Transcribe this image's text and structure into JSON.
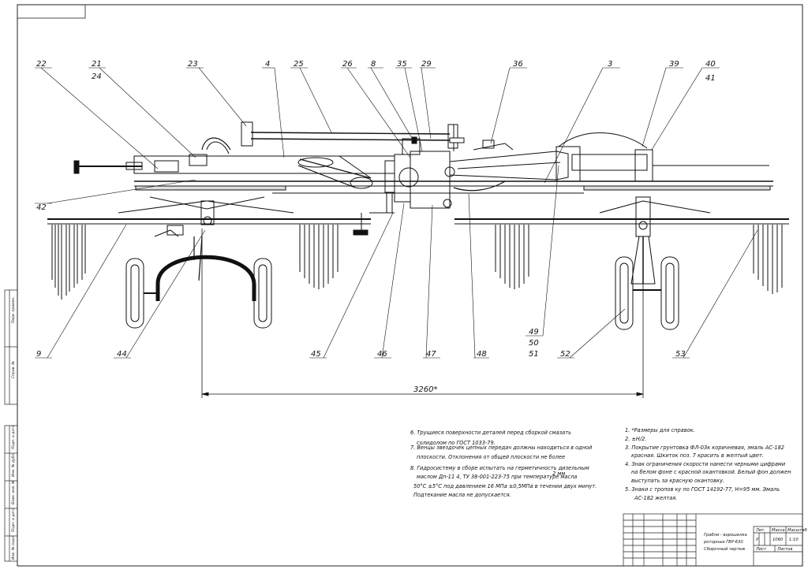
{
  "drawing": {
    "dimension": "3260*",
    "callouts_top": [
      "22",
      "21",
      "24",
      "23",
      "4",
      "25",
      "26",
      "8",
      "35",
      "29",
      "36",
      "3",
      "39",
      "40",
      "41"
    ],
    "callouts_left": [
      "42"
    ],
    "callouts_bottom": [
      "9",
      "44",
      "45",
      "46",
      "47",
      "48",
      "49",
      "50",
      "51",
      "52",
      "53"
    ]
  },
  "notes_left": [
    "6. Трущиеся поверхности деталей перед сборкой смазать",
    "солидолом по ГОСТ 1033-79.",
    "7. Венцы звездочек цепных передач должны находиться в одной",
    "плоскости. Отклонения от общей плоскости              не более",
    "8. Гидросистему в сборе испытать на герметичность дизельным",
    "маслом Дп-11 4, ТУ 38-001-223-75 при температуре масла",
    "50°С ±5°С под давлением 16 МПа ±0,5МПа в течении двух минут.",
    "Подтекание масла не допускается."
  ],
  "note_tolerance": "2 мм",
  "notes_right": [
    "1. *Размеры для справок.",
    "2. ±Н/2.",
    "3. Покрытие грунтовка ФЛ-03к коричневая, эмаль АС-182",
    "красная. Шкиток поз. 7 красить в желтый цвет.",
    "4. Знак ограничения скорости нанести черными цифрами",
    "на белом фоне с красной окантовкой. Белый фон должен",
    "выступать за красную окантовку.",
    "5. Знаки с тропов ку по ГОСТ 14192-77, Н=95 мм. Эмаль",
    "АС-182 желтая."
  ],
  "title_block": {
    "name_lines": [
      "Грабли - ворошилка",
      "роторные ГВР-630",
      "Сборочный чертеж"
    ],
    "head_lit": "Лит.",
    "head_mass": "Масса",
    "head_scale": "Масштаб",
    "lit": "У",
    "mass": "1060",
    "scale": "1:10",
    "sheet": "Лист",
    "sheets": "Листов"
  },
  "side_stamp": [
    "Перв. примен.",
    "Справ. №",
    "Подп. и дата",
    "Инв. № дубл.",
    "Взам. инв. №",
    "Подп. и дата",
    "Инв. № подл."
  ]
}
